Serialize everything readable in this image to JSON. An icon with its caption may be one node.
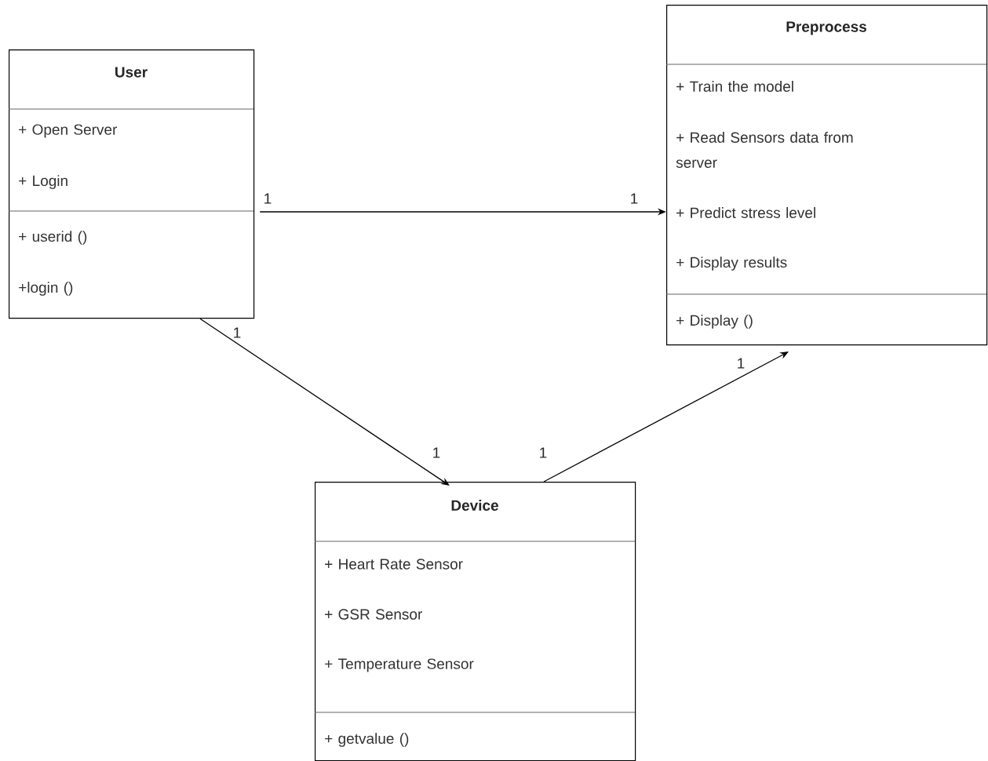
{
  "diagram": {
    "nodes": [
      {
        "text": [
          "User",
          "+ Open Server",
          "+ Login",
          "+ userid ()",
          "+login ()"
        ]
      },
      {
        "text": [
          "Preprocess",
          "+ Train the model",
          "+ Read Sensors data from server",
          "+ Predict stress level",
          "+ Display results",
          "+ Display ()"
        ]
      },
      {
        "text": [
          "Device",
          "+ Heart Rate Sensor",
          "+ GSR Sensor",
          "+ Temperature Sensor",
          "+ getvalue ()"
        ]
      }
    ],
    "edges": [
      {
        "from": 0,
        "to": 1,
        "arrow": "to"
      },
      {
        "from": 0,
        "to": 2,
        "arrow": "to"
      },
      {
        "from": 2,
        "to": 1,
        "arrow": "to"
      }
    ],
    "labels": [
      "1",
      "1",
      "1",
      "1",
      "1",
      "1"
    ]
  }
}
